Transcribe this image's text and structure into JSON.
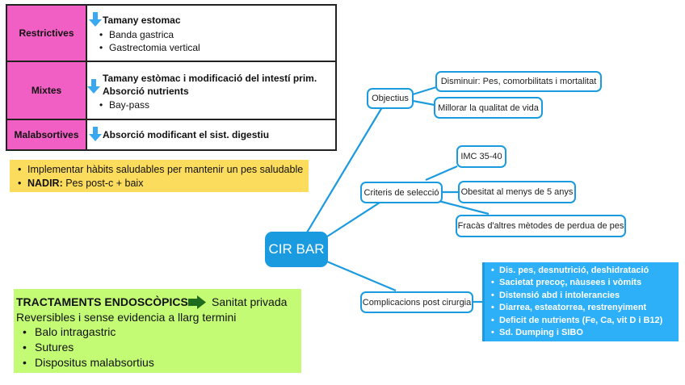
{
  "table": {
    "rows": [
      {
        "label": "Restrictives",
        "heading_lines": [
          "Tamany estomac"
        ],
        "bullets": [
          "Banda gastrica",
          "Gastrectomia vertical"
        ]
      },
      {
        "label": "Mixtes",
        "heading_lines": [
          "Tamany estòmac i modificació del intestí prim.",
          "Absorció nutrients"
        ],
        "bullets": [
          "Bay-pass"
        ]
      },
      {
        "label": "Malabsortives",
        "heading_lines": [
          "Absorció modificant el sist. digestiu"
        ],
        "bullets": []
      }
    ],
    "arrow_icon": "down-arrow-icon",
    "label_color": "#f25fc4",
    "arrow_color": "#3aa8f0"
  },
  "yellow_box": {
    "items": [
      {
        "bold": "",
        "text": "Implementar hàbits saludables per mantenir un pes saludable"
      },
      {
        "bold": "NADIR:",
        "text": " Pes post-c + baix"
      }
    ],
    "color": "#fcdc5c"
  },
  "green_box": {
    "title": "TRACTAMENTS ENDOSCÒPICS",
    "arrow_icon": "right-arrow-icon",
    "arrow_target": "Sanitat privada",
    "subtitle": "Reversibles i sense evidencia a llarg termini",
    "items": [
      "Balo intragastric",
      "Sutures",
      "Dispositus malabsortius"
    ],
    "color": "#c4fb74"
  },
  "mindmap": {
    "root": "CIR BAR",
    "branches": [
      {
        "label": "Objectius",
        "children": [
          "Disminuir: Pes, comorbilitats i mortalitat",
          "Millorar la qualitat de vida"
        ]
      },
      {
        "label": "Criteris de selecció",
        "children": [
          "IMC 35-40",
          "Obesitat al menys de 5 anys",
          "Fracàs d'altres mètodes de perdua de pes"
        ]
      },
      {
        "label": "Complicacions post cirurgia",
        "children": [
          "Dis. pes, desnutrició, deshidratació",
          "Sacietat precoç, nàusees i vòmits",
          "Distensió abd i intolerancies",
          "Diarrea, esteatorrea, restrenyiment",
          "Deficit de nutrients (Fe, Ca, vit D i B12)",
          "Sd. Dumping i SIBO"
        ]
      }
    ],
    "accent_color": "#1b9bdf"
  }
}
